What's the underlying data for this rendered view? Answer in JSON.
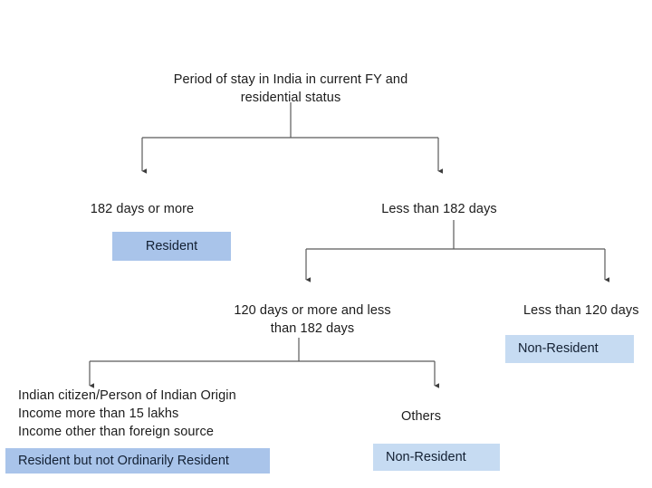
{
  "diagram": {
    "title_node": {
      "label": "Period of stay in India in current FY and\nresidential status"
    },
    "level1": {
      "left_label": "182 days or more",
      "right_label": "Less than 182 days"
    },
    "level1_outcome": {
      "resident_label": "Resident"
    },
    "level2": {
      "left_label": "120 days or more and less\nthan 182 days",
      "right_label": "Less than 120 days"
    },
    "level2_outcome": {
      "non_resident_label": "Non-Resident"
    },
    "level3": {
      "left_label": "Indian citizen/Person of Indian Origin\nIncome more than 15 lakhs\nIncome other than foreign source",
      "right_label": "Others"
    },
    "level3_outcomes": {
      "rnor_label": "Resident but not Ordinarily Resident",
      "non_resident_label": "Non-Resident"
    },
    "colors": {
      "box_fill": "#a9c4ea",
      "box_fill_light": "#c6dbf2",
      "text": "#1c1c1c",
      "connector": "#4a4a4a",
      "background": "#ffffff"
    }
  }
}
